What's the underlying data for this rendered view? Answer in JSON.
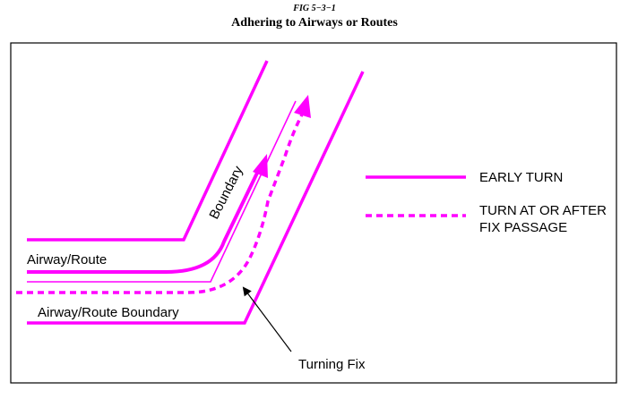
{
  "figure": {
    "number": "FIG 5−3−1",
    "title": "Adhering to Airways or Routes"
  },
  "labels": {
    "boundary": "Boundary",
    "airway_route": "Airway/Route",
    "airway_route_boundary": "Airway/Route Boundary",
    "turning_fix": "Turning Fix"
  },
  "legend": {
    "early_turn": "EARLY TURN",
    "turn_after_line1": "TURN AT OR AFTER",
    "turn_after_line2": "FIX PASSAGE"
  },
  "colors": {
    "route": "#ff00ff",
    "frame": "#000000"
  }
}
